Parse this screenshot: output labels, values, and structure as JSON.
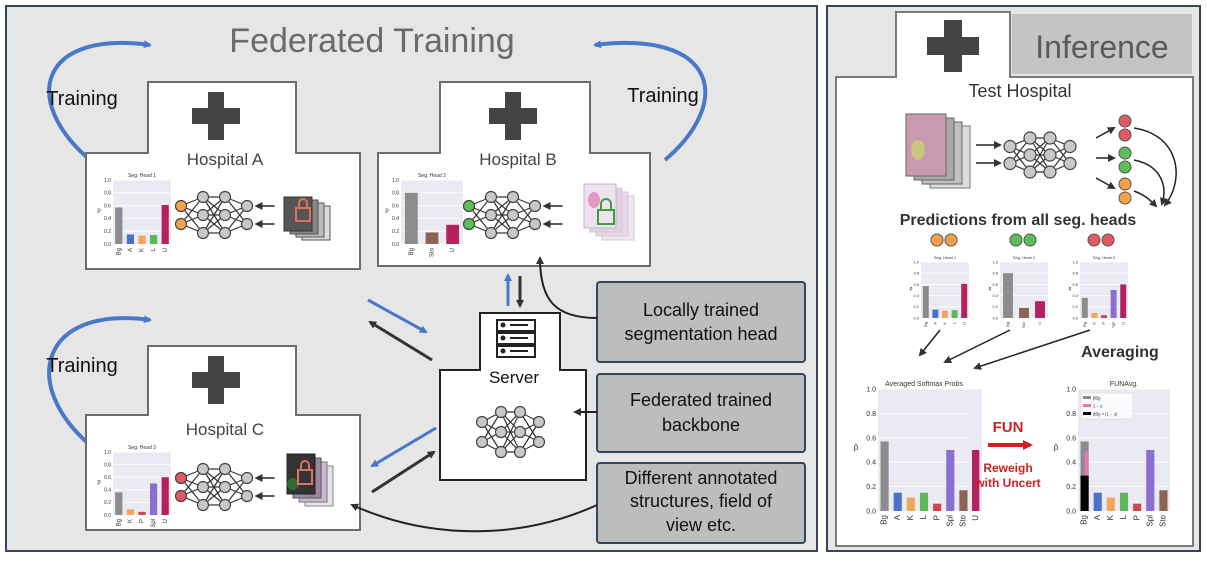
{
  "federated": {
    "title": "Federated Training",
    "training_label": "Training",
    "hospitals": [
      {
        "name": "Hospital A",
        "head": "Seg. Head 1",
        "ticks": [
          "Bg",
          "A",
          "K",
          "L",
          "U"
        ],
        "values": [
          0.57,
          0.15,
          0.13,
          0.14,
          0.61
        ],
        "node_color": "#f4a24a"
      },
      {
        "name": "Hospital B",
        "head": "Seg. Head 2",
        "ticks": [
          "Bg",
          "Sto",
          "U"
        ],
        "values": [
          0.8,
          0.18,
          0.3
        ],
        "node_color": "#5cbf5a"
      },
      {
        "name": "Hospital C",
        "head": "Seg. Head 3",
        "ticks": [
          "Bg",
          "K",
          "P",
          "Spl",
          "U"
        ],
        "values": [
          0.36,
          0.09,
          0.05,
          0.5,
          0.6
        ],
        "node_color": "#e05a62"
      }
    ],
    "yticks": [
      "0.0",
      "0.2",
      "0.4",
      "0.6",
      "0.8",
      "1.0"
    ],
    "ylabel": "p",
    "server_label": "Server",
    "callouts": [
      "Locally trained",
      "segmentation head",
      "Federated trained",
      "backbone",
      "Different annotated",
      "structures, field of",
      "view etc."
    ]
  },
  "inference": {
    "title": "Inference",
    "test_hospital": "Test Hospital",
    "predictions_label": "Predictions from all seg. heads",
    "averaging_label": "Averaging",
    "fun_label": "FUN",
    "reweigh_label_1": "Reweigh",
    "reweigh_label_2": "with Uncert",
    "avg_chart_title": "Averaged Softmax Probs",
    "fun_chart_title": "FUNAvg.",
    "ylabel": "p̂",
    "big_yticks": [
      "0.0",
      "0.2",
      "0.4",
      "0.6",
      "0.8",
      "1.0"
    ],
    "big_ticks": [
      "Bg",
      "A",
      "K",
      "L",
      "P",
      "Spl",
      "Sto"
    ],
    "legend": [
      "p̂Bg",
      "1 − u",
      "p̂Bg × (1 − u)"
    ]
  },
  "chart_data": [
    {
      "type": "bar",
      "title": "Seg. Head 1",
      "categories": [
        "Bg",
        "A",
        "K",
        "L",
        "U"
      ],
      "values": [
        0.57,
        0.15,
        0.13,
        0.14,
        0.61
      ],
      "ylim": [
        0,
        1
      ]
    },
    {
      "type": "bar",
      "title": "Seg. Head 2",
      "categories": [
        "Bg",
        "Sto",
        "U"
      ],
      "values": [
        0.8,
        0.18,
        0.3
      ],
      "ylim": [
        0,
        1
      ]
    },
    {
      "type": "bar",
      "title": "Seg. Head 3",
      "categories": [
        "Bg",
        "K",
        "P",
        "Spl",
        "U"
      ],
      "values": [
        0.36,
        0.09,
        0.05,
        0.5,
        0.6
      ],
      "ylim": [
        0,
        1
      ]
    },
    {
      "type": "bar",
      "title": "Averaged Softmax Probs",
      "categories": [
        "Bg",
        "A",
        "K",
        "L",
        "P",
        "Spl",
        "Sto"
      ],
      "values": [
        0.57,
        0.15,
        0.11,
        0.15,
        0.06,
        0.5,
        0.17
      ],
      "extra_bar_U": 0.5,
      "ylim": [
        0,
        1
      ]
    },
    {
      "type": "bar",
      "title": "FUNAvg.",
      "categories": [
        "Bg",
        "A",
        "K",
        "L",
        "P",
        "Spl",
        "Sto"
      ],
      "values": [
        0.57,
        0.15,
        0.11,
        0.15,
        0.06,
        0.5,
        0.17
      ],
      "bg_stack": {
        "one_minus_u": 0.49,
        "bg_times": 0.29
      },
      "ylim": [
        0,
        1
      ]
    }
  ],
  "colors": {
    "bg": "#8c8c8c",
    "A": "#4a73c4",
    "K": "#f2a65a",
    "L": "#5cb85c",
    "P": "#d2454f",
    "Spl": "#8a6ed0",
    "Sto": "#8c6453",
    "U": "#b5205e",
    "pink": "#e07ab0",
    "blue_arrow": "#4a78c8",
    "dark_arrow": "#333333",
    "red_text": "#cc2222"
  }
}
